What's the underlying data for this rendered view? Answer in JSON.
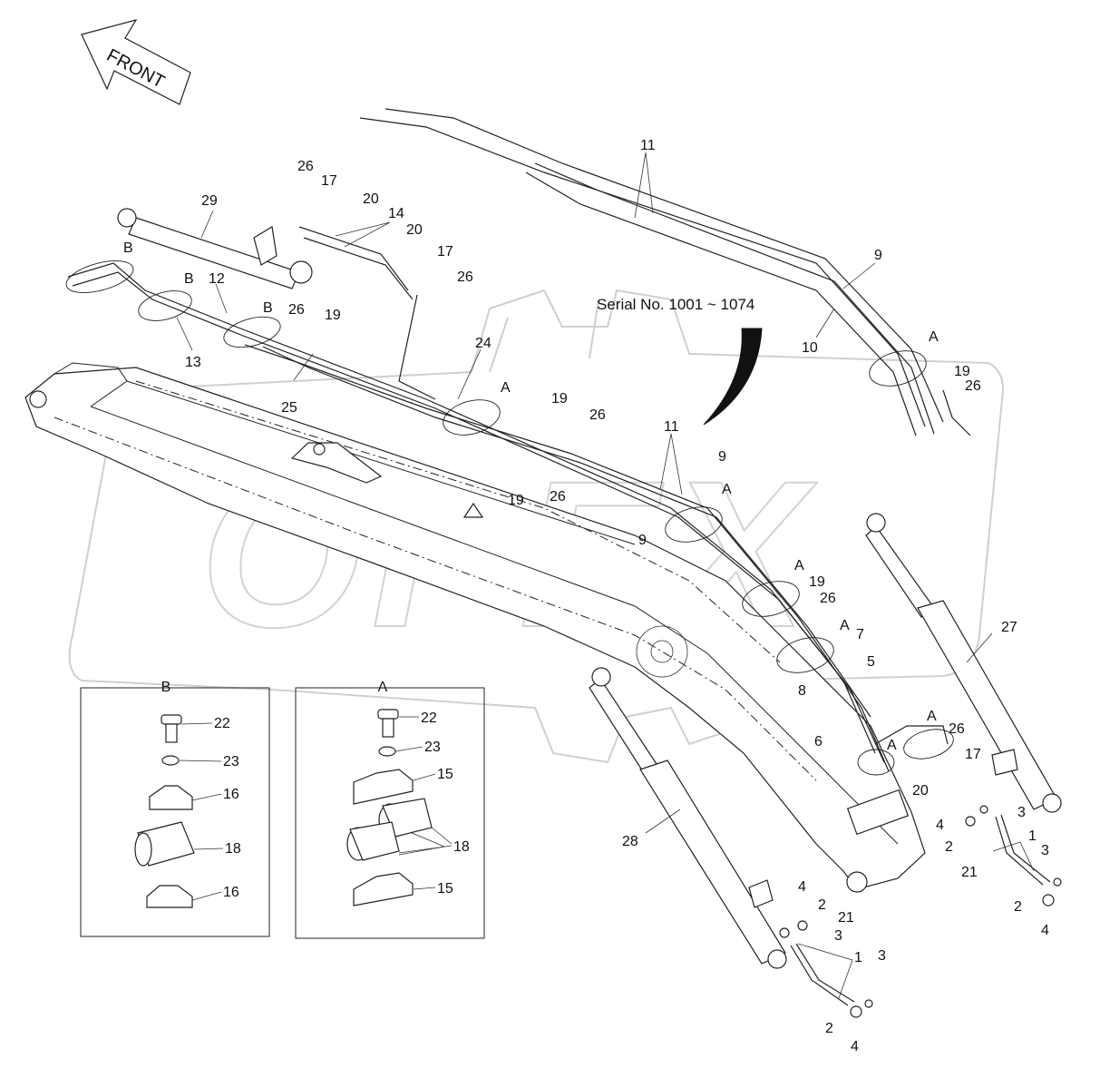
{
  "diagram": {
    "watermark_text": "OPEX",
    "front_label": "FRONT",
    "serial_note": "Serial No. 1001 ~ 1074",
    "callouts": [
      "1",
      "2",
      "3",
      "4",
      "5",
      "6",
      "7",
      "8",
      "9",
      "10",
      "11",
      "12",
      "13",
      "14",
      "15",
      "16",
      "17",
      "18",
      "19",
      "20",
      "21",
      "22",
      "23",
      "24",
      "25",
      "26",
      "27",
      "28",
      "29",
      "A",
      "B"
    ],
    "detail_b": {
      "title": "B",
      "parts": [
        "22",
        "23",
        "16",
        "18",
        "16"
      ]
    },
    "detail_a": {
      "title": "A",
      "parts": [
        "22",
        "23",
        "15",
        "18",
        "15"
      ]
    }
  }
}
